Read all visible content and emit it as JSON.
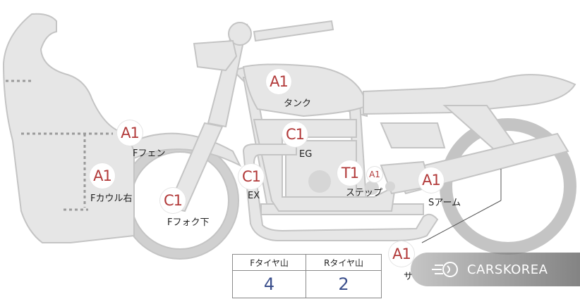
{
  "badges": {
    "tank": "A1",
    "ffender": "A1",
    "engine": "C1",
    "fcowl_right": "A1",
    "exhaust": "C1",
    "step_main": "T1",
    "step_small": "A1",
    "sarm": "A1",
    "ffork": "C1",
    "lower_right": "A1"
  },
  "labels": {
    "tank": "タンク",
    "ffender": "Fフェン",
    "engine": "EG",
    "fcowl_right": "Fカウル右",
    "exhaust": "EX",
    "step": "ステップ",
    "sarm": "Sアーム",
    "ffork": "Fフォク下",
    "lower_right_partial": "サ"
  },
  "tire_table": {
    "front_header": "Fタイヤ山",
    "rear_header": "Rタイヤ山",
    "front_value": "4",
    "rear_value": "2"
  },
  "watermark": {
    "text": "CARSKOREA"
  },
  "colors": {
    "body_fill": "#e6e6e6",
    "outline": "#c4c4c4",
    "badge_text": "#b23a3a",
    "table_value": "#3b4f8c"
  }
}
